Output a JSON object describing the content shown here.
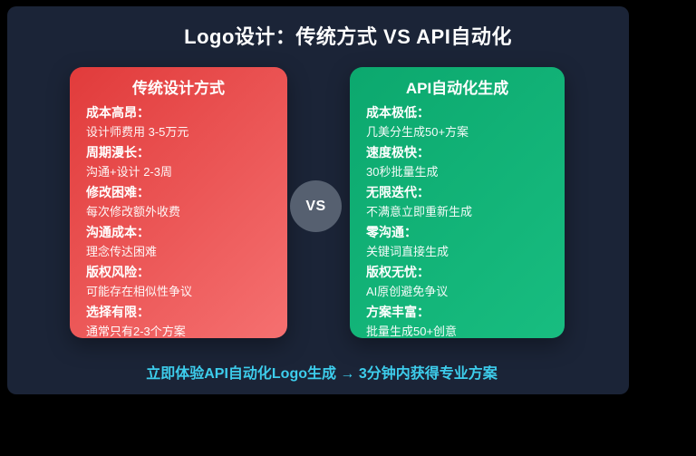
{
  "title": "Logo设计：传统方式 VS API自动化",
  "vs_badge": "VS",
  "left_card": {
    "title": "传统设计方式",
    "items": [
      {
        "label": "成本高昂：",
        "desc": "设计师费用 3-5万元"
      },
      {
        "label": "周期漫长：",
        "desc": "沟通+设计 2-3周"
      },
      {
        "label": "修改困难：",
        "desc": "每次修改额外收费"
      },
      {
        "label": "沟通成本：",
        "desc": "理念传达困难"
      },
      {
        "label": "版权风险：",
        "desc": "可能存在相似性争议"
      },
      {
        "label": "选择有限：",
        "desc": "通常只有2-3个方案"
      }
    ]
  },
  "right_card": {
    "title": "API自动化生成",
    "items": [
      {
        "label": "成本极低：",
        "desc": "几美分生成50+方案"
      },
      {
        "label": "速度极快：",
        "desc": "30秒批量生成"
      },
      {
        "label": "无限迭代：",
        "desc": "不满意立即重新生成"
      },
      {
        "label": "零沟通：",
        "desc": "关键词直接生成"
      },
      {
        "label": "版权无忧：",
        "desc": "AI原创避免争议"
      },
      {
        "label": "方案丰富：",
        "desc": "批量生成50+创意"
      }
    ]
  },
  "cta": "立即体验API自动化Logo生成 → 3分钟内获得专业方案",
  "colors": {
    "canvas": "#000000",
    "slide_background": "#1b2437",
    "left_card_gradient_start": "#e13b3b",
    "left_card_gradient_end": "#f57070",
    "right_card_gradient_start": "#0ca86e",
    "right_card_gradient_end": "#18bd80",
    "vs_circle": "#566070",
    "cta_text": "#3dcdec",
    "title_text": "#ffffff"
  }
}
